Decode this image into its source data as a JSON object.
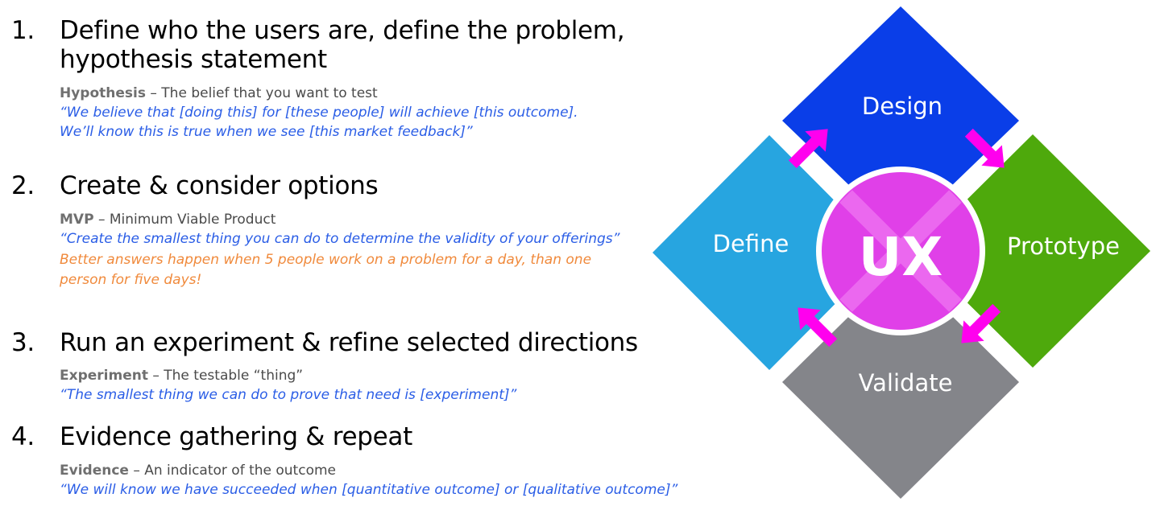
{
  "steps": [
    {
      "number": "1.",
      "heading": "Define who the users are, define the problem, hypothesis statement",
      "term": "Hypothesis",
      "definition": " – The belief that you want to test",
      "quote_lines": [
        "“We believe that [doing this] for [these people] will achieve [this outcome].",
        "We’ll know this is true when we see [this market feedback]”"
      ]
    },
    {
      "number": "2.",
      "heading": "Create & consider options",
      "term": "MVP",
      "definition": " – Minimum Viable Product",
      "quote_lines": [
        "“Create the smallest thing you can do to determine the validity of your offerings”"
      ],
      "note_lines": [
        "Better answers happen when 5 people work on a problem for a day, than one",
        "person for five days!"
      ]
    },
    {
      "number": "3.",
      "heading": "Run an experiment & refine selected directions",
      "term": "Experiment",
      "definition": " – The testable “thing”",
      "quote_lines": [
        "“The smallest thing we can do to prove that need is [experiment]”"
      ]
    },
    {
      "number": "4.",
      "heading": "Evidence gathering & repeat",
      "term": "Evidence",
      "definition": " – An indicator of the outcome",
      "quote_lines": [
        "“We will know we have succeeded when [quantitative outcome] or [qualitative outcome]”"
      ]
    }
  ],
  "diagram": {
    "center_label": "UX",
    "phases": {
      "design": "Design",
      "prototype": "Prototype",
      "validate": "Validate",
      "define": "Define"
    },
    "colors": {
      "design": "#0a3ee8",
      "prototype": "#4ea90c",
      "validate": "#84858a",
      "define": "#27a5e0",
      "center": "#e040e8",
      "arrow": "#ff00ee"
    }
  }
}
